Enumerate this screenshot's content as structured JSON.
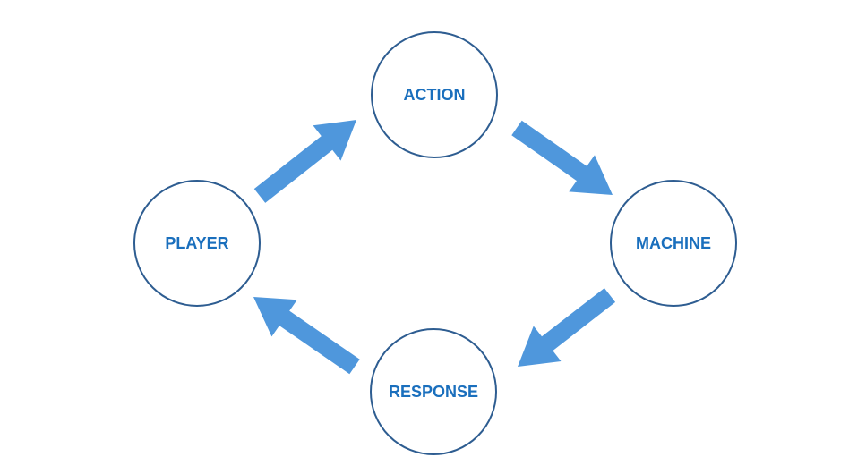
{
  "colors": {
    "node_stroke": "#2e5d91",
    "node_label": "#1a6fbd",
    "arrow": "#4f97dc",
    "background": "#ffffff"
  },
  "nodes": [
    {
      "id": "action",
      "label": "ACTION"
    },
    {
      "id": "machine",
      "label": "MACHINE"
    },
    {
      "id": "response",
      "label": "RESPONSE"
    },
    {
      "id": "player",
      "label": "PLAYER"
    }
  ],
  "edges": [
    {
      "from": "player",
      "to": "action"
    },
    {
      "from": "action",
      "to": "machine"
    },
    {
      "from": "machine",
      "to": "response"
    },
    {
      "from": "response",
      "to": "player"
    }
  ]
}
